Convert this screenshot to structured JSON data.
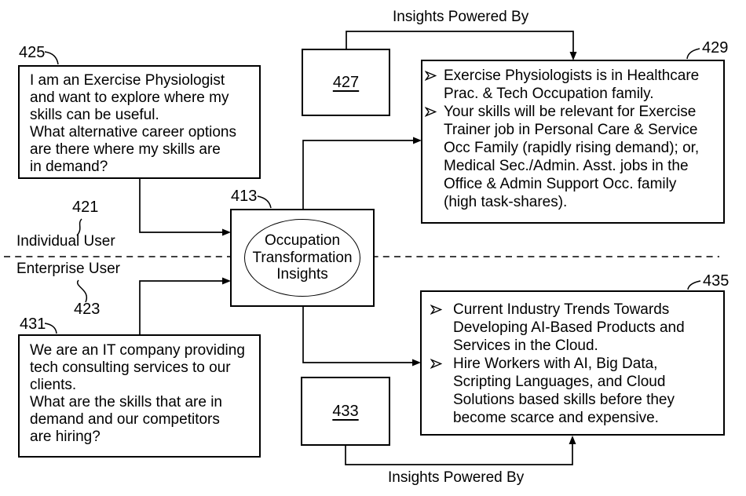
{
  "title_labels": {
    "insights_powered_by_top": "Insights Powered By",
    "insights_powered_by_bottom": "Insights Powered By",
    "individual_user": "Individual User",
    "enterprise_user": "Enterprise User"
  },
  "ref_numbers": {
    "individual_query": "425",
    "individual_user": "421",
    "enterprise_user": "423",
    "enterprise_query": "431",
    "oti": "413",
    "engine_top": "427",
    "engine_bottom": "433",
    "individual_insights": "429",
    "enterprise_insights": "435"
  },
  "boxes": {
    "individual_query_text": "I am an Exercise Physiologist\nand want to explore where my\nskills can be useful.\nWhat alternative career options\nare there where my skills are\nin demand?",
    "enterprise_query_text": "We are an IT company providing\ntech consulting services to our\nclients.\nWhat are the skills that are in\ndemand and our competitors\nare hiring?",
    "oti_text": "Occupation\nTransformation\nInsights",
    "individual_insights_bullets": [
      "Exercise Physiologists is in Healthcare\nPrac. & Tech Occupation family.",
      "Your skills will be relevant for Exercise\nTrainer job in Personal Care & Service\nOcc Family (rapidly rising demand); or,\nMedical Sec./Admin. Asst. jobs in the\nOffice & Admin Support Occ. family\n(high task-shares)."
    ],
    "enterprise_insights_bullets": [
      "Current Industry Trends Towards\nDeveloping AI-Based Products and\nServices in the Cloud.",
      "Hire Workers with AI, Big Data,\nScripting Languages, and Cloud\nSolutions based skills before they\nbecome scarce and expensive."
    ]
  },
  "icons": {
    "bullet": "open-right-arrowhead"
  },
  "colors": {
    "ink": "#000000",
    "paper": "#ffffff"
  }
}
